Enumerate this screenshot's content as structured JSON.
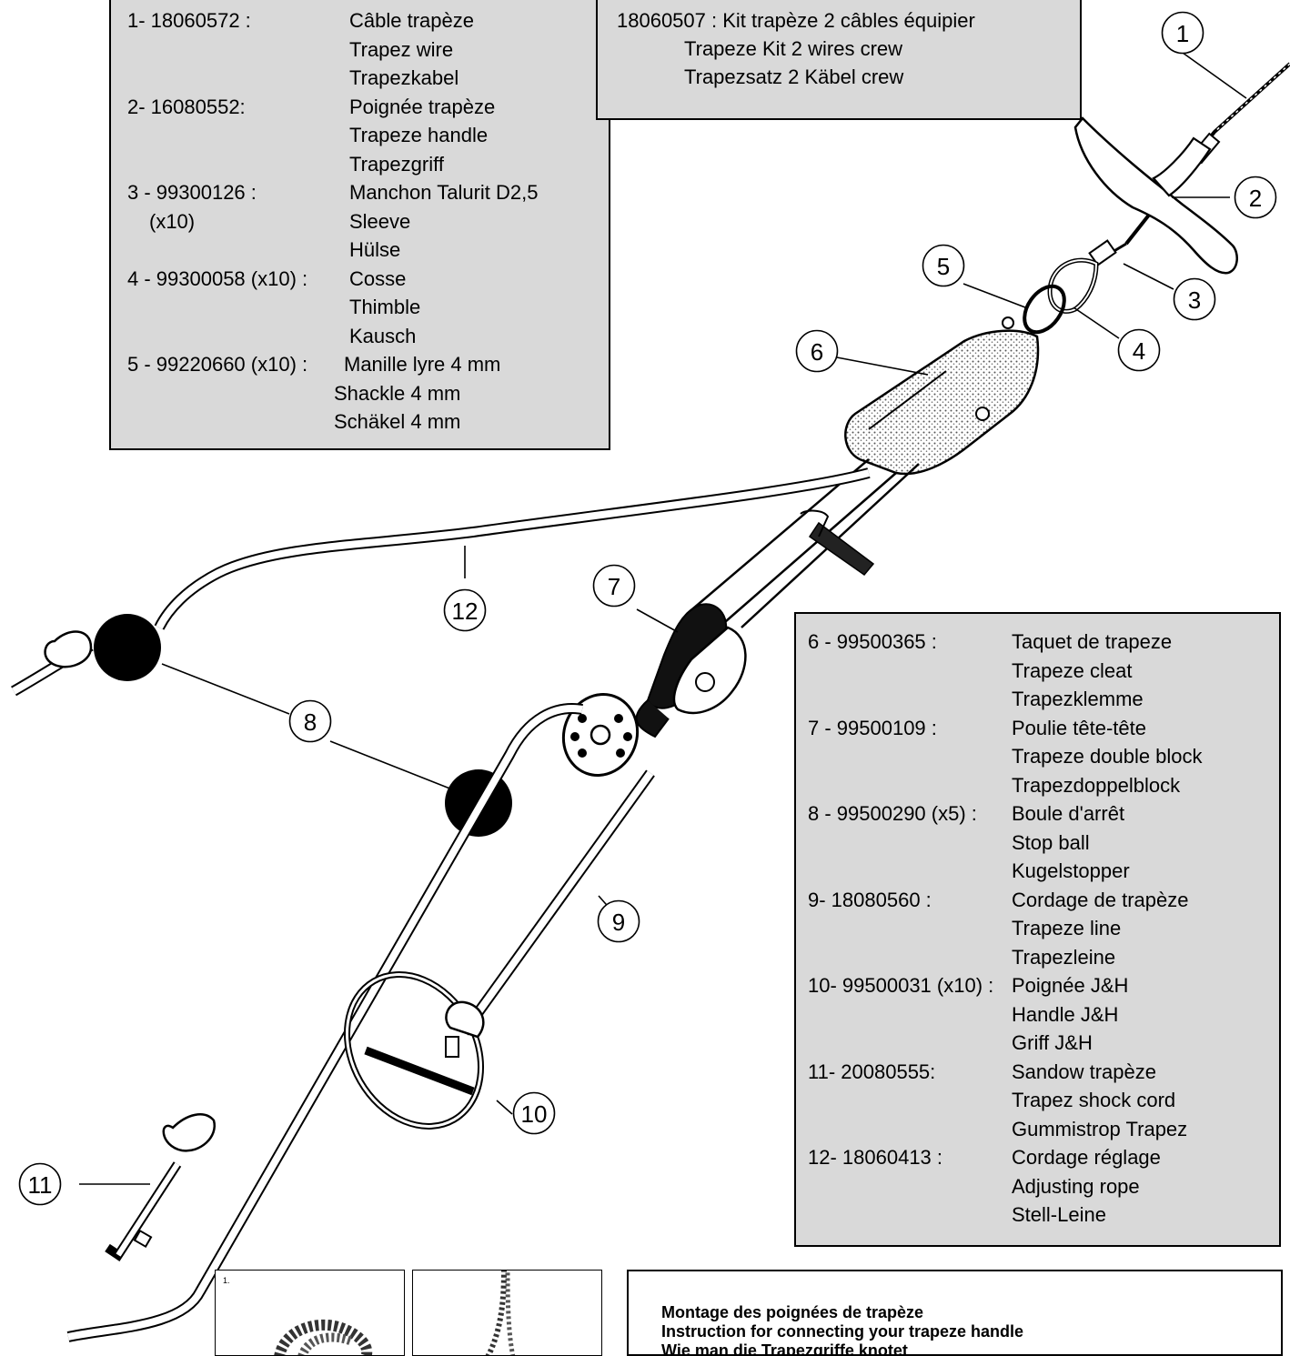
{
  "kit": {
    "lines": [
      "18060507 : Kit trapèze 2 câbles équipier",
      "Trapeze Kit 2 wires crew",
      "Trapezsatz 2 Käbel crew"
    ]
  },
  "parts_top": [
    {
      "code": "1- 18060572 :",
      "extra": "",
      "names": [
        "Câble trapèze",
        "Trapez wire",
        "Trapezkabel"
      ]
    },
    {
      "code": "2- 16080552:",
      "extra": "",
      "names": [
        "Poignée trapèze",
        "Trapeze handle",
        "Trapezgriff"
      ]
    },
    {
      "code": "3 - 99300126 :",
      "extra": "(x10)",
      "names": [
        "Manchon Talurit D2,5",
        "Sleeve",
        "Hülse"
      ]
    },
    {
      "code": "4 - 99300058 (x10) :",
      "extra": "",
      "names": [
        "Cosse",
        "Thimble",
        "Kausch"
      ]
    },
    {
      "code": "5 - 99220660 (x10) :",
      "extra": "",
      "names": [
        "Manille lyre 4 mm",
        "Shackle 4 mm",
        "Schäkel 4 mm"
      ]
    }
  ],
  "parts_right": [
    {
      "code": "6 - 99500365 :",
      "names": [
        "Taquet de trapeze",
        "Trapeze cleat",
        "Trapezklemme"
      ]
    },
    {
      "code": "7 - 99500109 :",
      "names": [
        "Poulie tête-tête",
        "Trapeze double block",
        "Trapezdoppelblock"
      ]
    },
    {
      "code": "8 - 99500290 (x5) :",
      "names": [
        "Boule d'arrêt",
        "Stop ball",
        "Kugelstopper"
      ]
    },
    {
      "code": "9- 18080560 :",
      "names": [
        "Cordage de trapèze",
        "Trapeze line",
        "Trapezleine"
      ]
    },
    {
      "code": "10- 99500031 (x10) :",
      "names": [
        "Poignée J&H",
        "Handle J&H",
        "Griff J&H"
      ]
    },
    {
      "code": "11- 20080555:",
      "names": [
        "Sandow trapèze",
        "Trapez shock cord",
        "Gummistrop Trapez"
      ]
    },
    {
      "code": "12- 18060413 :",
      "names": [
        "Cordage réglage",
        "Adjusting rope",
        "Stell-Leine"
      ]
    }
  ],
  "callouts": [
    "1",
    "2",
    "3",
    "4",
    "5",
    "6",
    "7",
    "8",
    "9",
    "10",
    "11",
    "12"
  ],
  "instructions": {
    "panel_label": "1.",
    "lines": [
      "Montage des poignées de trapèze",
      "Instruction for connecting your trapeze handle",
      "Wie man die Trapezgriffe knotet"
    ]
  }
}
